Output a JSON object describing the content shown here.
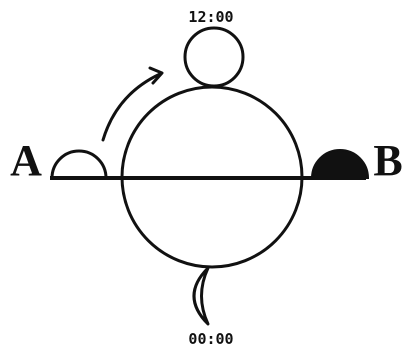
{
  "labels": {
    "time_top": "12:00",
    "time_bottom": "00:00",
    "point_left": "A",
    "point_right": "B"
  },
  "colors": {
    "stroke": "#111111",
    "fill_dark": "#111111",
    "background": "#ffffff"
  }
}
